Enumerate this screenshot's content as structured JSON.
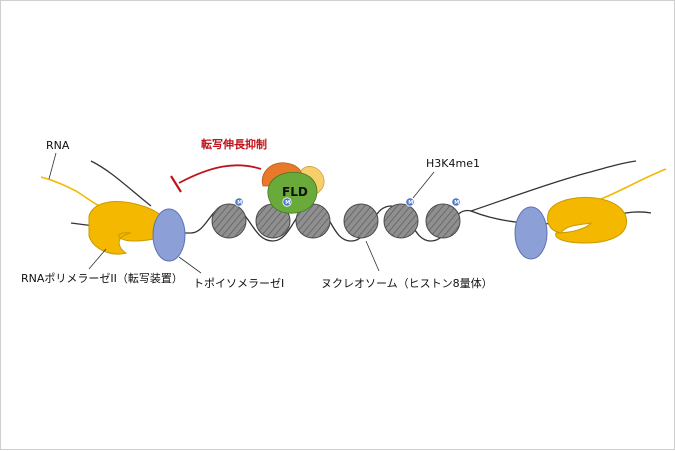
{
  "labels": {
    "rna": "RNA",
    "inhibition": "転写伸長抑制",
    "fld": "FLD",
    "h3k4me1": "H3K4me1",
    "polymerase": "RNAポリメラーゼII（転写装置）",
    "topoisomerase": "トポイソメラーゼI",
    "nucleosome": "ヌクレオソーム（ヒストン8量体）",
    "methyl_mark": "M"
  },
  "colors": {
    "polymerase": "#f5b800",
    "topoisomerase": "#8c9fd6",
    "nucleosome": "#8f8f8f",
    "fld_green": "#6aaa3a",
    "fld_orange": "#e8782a",
    "fld_yellow": "#f6cf6a",
    "methyl": "#4d79c7",
    "inhibition": "#c0141c",
    "rna": "#f5b800"
  }
}
